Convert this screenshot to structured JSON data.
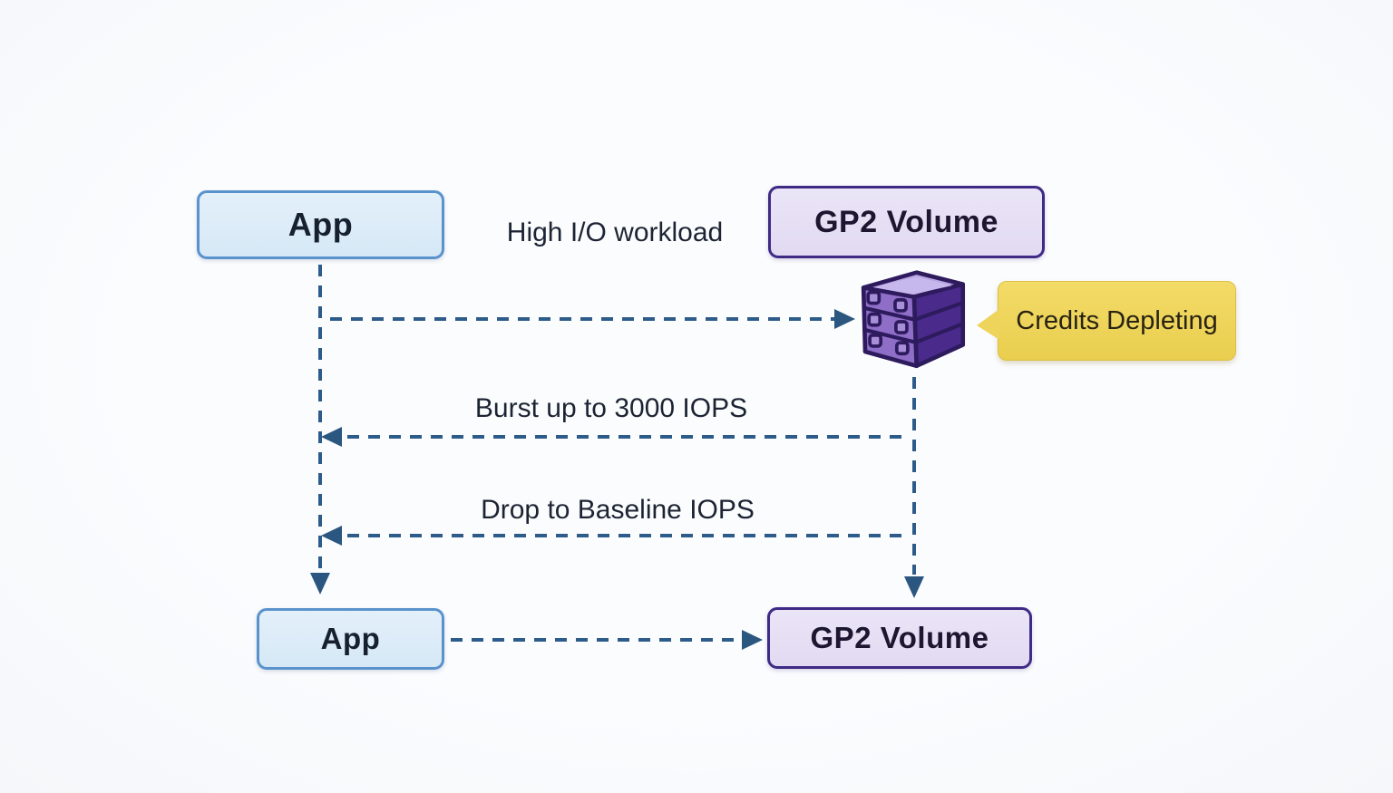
{
  "diagram": {
    "type": "sequence-diagram",
    "nodes": {
      "app_top": {
        "label": "App"
      },
      "gp2_top": {
        "label": "GP2 Volume"
      },
      "app_bottom": {
        "label": "App"
      },
      "gp2_bottom": {
        "label": "GP2 Volume"
      }
    },
    "messages": [
      {
        "label": "High I/O workload",
        "from": "App",
        "to": "GP2 Volume",
        "direction": "right"
      },
      {
        "label": "Burst up to 3000 IOPS",
        "from": "GP2 Volume",
        "to": "App",
        "direction": "left"
      },
      {
        "label": "Drop to Baseline IOPS",
        "from": "GP2 Volume",
        "to": "App",
        "direction": "left"
      },
      {
        "label": "",
        "from": "App",
        "to": "GP2 Volume",
        "direction": "right"
      }
    ],
    "callout": {
      "label": "Credits Depleting"
    },
    "icons": [
      {
        "name": "storage-volume-icon"
      }
    ],
    "colors": {
      "background": "#fbfcfe",
      "app_box_fill": "#dcebf8",
      "app_box_border": "#5a93cc",
      "gp2_box_fill": "#e7e0f5",
      "gp2_box_border": "#3f2a85",
      "arrow_line": "#2e5c8a",
      "callout_fill": "#efd55c",
      "icon_front": "#8f6ec8",
      "icon_top": "#b7a5e4",
      "icon_side": "#4a2b8c",
      "icon_outline": "#2e1b5e",
      "text": "#1c2433"
    }
  }
}
